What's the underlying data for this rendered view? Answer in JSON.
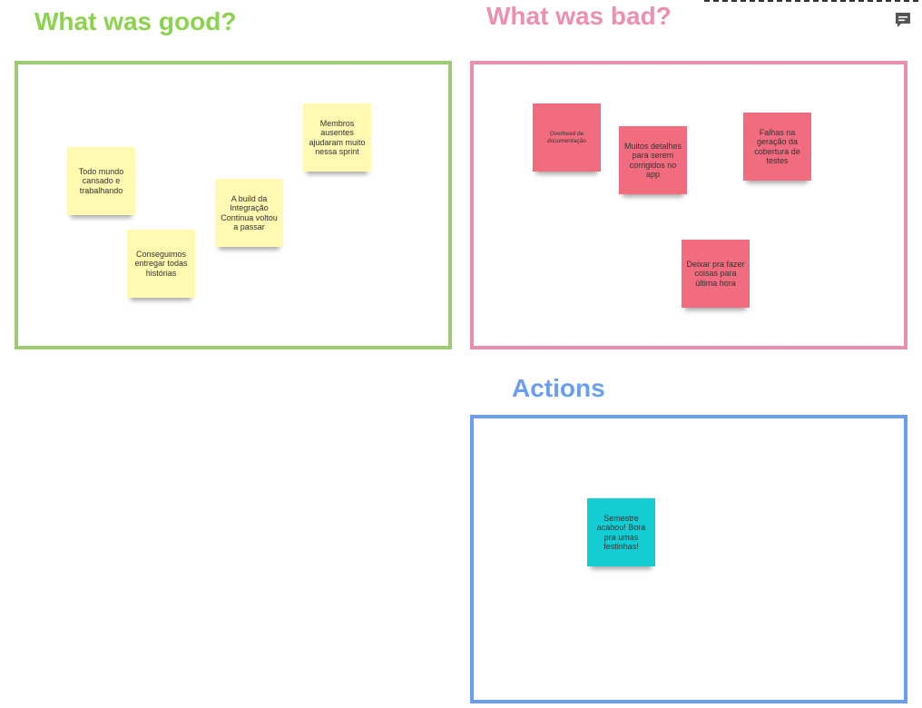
{
  "colors": {
    "good": "#8bd24f",
    "good_border": "#9ccb72",
    "bad": "#ee8eb0",
    "bad_border": "#ea8fb1",
    "actions": "#6a9ef0",
    "actions_border": "#6a9ef0",
    "yellow_note": "#fff9b1",
    "red_note": "#f16c7f",
    "cyan_note": "#12cdd4"
  },
  "icons": {
    "comment": "comment-icon"
  },
  "sections": {
    "good": {
      "title": "What was good?",
      "notes": [
        {
          "text": "Todo mundo cansado e trabalhando"
        },
        {
          "text": "Conseguimos entregar todas histórias"
        },
        {
          "text": "A build da Integração Continua voltou a passar"
        },
        {
          "text": "Membros ausentes ajudaram muito nessa sprint"
        }
      ]
    },
    "bad": {
      "title": "What was bad?",
      "notes": [
        {
          "text": "Overhead de documentação"
        },
        {
          "text": "Muitos detalhes para serem corrigidos no app"
        },
        {
          "text": "Falhas na geração da cobertura de testes"
        },
        {
          "text": "Deixar pra fazer coisas para última hora"
        }
      ]
    },
    "actions": {
      "title": "Actions",
      "notes": [
        {
          "text": "Semestre acabou! Bora pra umas festinhas!"
        }
      ]
    }
  }
}
